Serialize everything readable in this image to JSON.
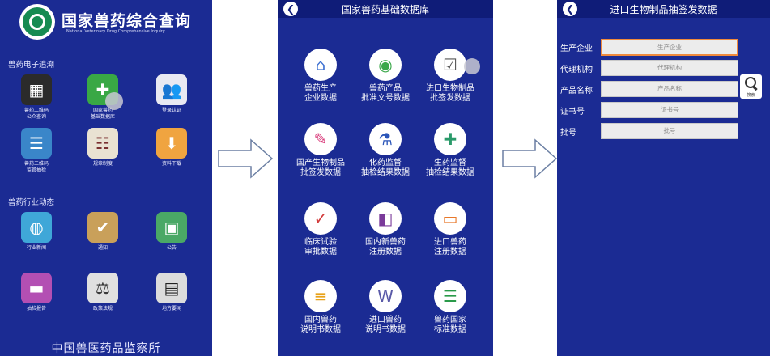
{
  "screen1": {
    "title": "国家兽药综合查询",
    "subtitle": "National Veterinary Drug Comprehensive Inquiry",
    "section1": "兽药电子追溯",
    "section2": "兽药行业动态",
    "footer": "中国兽医药品监察所",
    "items": [
      {
        "label": "兽药二维码\n公众查询",
        "icon": "qr-code-icon",
        "color": "#2b2b2b"
      },
      {
        "label": "国家兽药\n基础数据库",
        "icon": "database-book-icon",
        "color": "#39a845"
      },
      {
        "label": "登录认证",
        "icon": "users-icon",
        "color": "#e9e9f2"
      },
      {
        "label": "兽药二维码\n监管抽检",
        "icon": "document-icon",
        "color": "#3a86c9"
      },
      {
        "label": "规章制度",
        "icon": "clipboard-icon",
        "color": "#e9e2d2"
      },
      {
        "label": "资料下载",
        "icon": "download-icon",
        "color": "#f0a440"
      },
      {
        "label": "行业新闻",
        "icon": "globe-icon",
        "color": "#3fa7d8"
      },
      {
        "label": "通知",
        "icon": "notice-icon",
        "color": "#c9a05a"
      },
      {
        "label": "公告",
        "icon": "bulletin-icon",
        "color": "#4aa866"
      },
      {
        "label": "抽检报告",
        "icon": "folder-icon",
        "color": "#b34fb3"
      },
      {
        "label": "政策法规",
        "icon": "law-icon",
        "color": "#e0e0e0"
      },
      {
        "label": "地方要闻",
        "icon": "newspaper-icon",
        "color": "#dcdcdc"
      }
    ]
  },
  "screen2": {
    "title": "国家兽药基础数据库",
    "items": [
      {
        "label": "兽药生产\n企业数据",
        "icon": "house-icon",
        "color": "#3b6fd1"
      },
      {
        "label": "兽药产品\n批准文号数据",
        "icon": "stamp-icon",
        "color": "#3aa84a"
      },
      {
        "label": "进口生物制品\n批签发数据",
        "icon": "checklist-icon",
        "color": "#555555"
      },
      {
        "label": "国产生物制品\n批签发数据",
        "icon": "clipboard-edit-icon",
        "color": "#d93a7a"
      },
      {
        "label": "化药监督\n抽检结果数据",
        "icon": "flask-icon",
        "color": "#2a55b8"
      },
      {
        "label": "生药监督\n抽检结果数据",
        "icon": "medicine-bottle-icon",
        "color": "#2a9a6a"
      },
      {
        "label": "临床试验\n审批数据",
        "icon": "approval-icon",
        "color": "#d23a3a"
      },
      {
        "label": "国内新兽药\n注册数据",
        "icon": "id-card-icon",
        "color": "#7a3a9a"
      },
      {
        "label": "进口兽药\n注册数据",
        "icon": "card-icon",
        "color": "#e8782a"
      },
      {
        "label": "国内兽药\n说明书数据",
        "icon": "manual-icon",
        "color": "#e8a21a"
      },
      {
        "label": "进口兽药\n说明书数据",
        "icon": "word-doc-icon",
        "color": "#5a5aa8"
      },
      {
        "label": "兽药国家\n标准数据",
        "icon": "standard-doc-icon",
        "color": "#2a9a4a"
      }
    ]
  },
  "screen3": {
    "title": "进口生物制品抽签发数据",
    "search_label": "搜索",
    "fields": [
      {
        "label": "生产企业",
        "placeholder": "生产企业"
      },
      {
        "label": "代理机构",
        "placeholder": "代理机构"
      },
      {
        "label": "产品名称",
        "placeholder": "产品名称"
      },
      {
        "label": "证书号",
        "placeholder": "证书号"
      },
      {
        "label": "批号",
        "placeholder": "批号"
      }
    ]
  }
}
